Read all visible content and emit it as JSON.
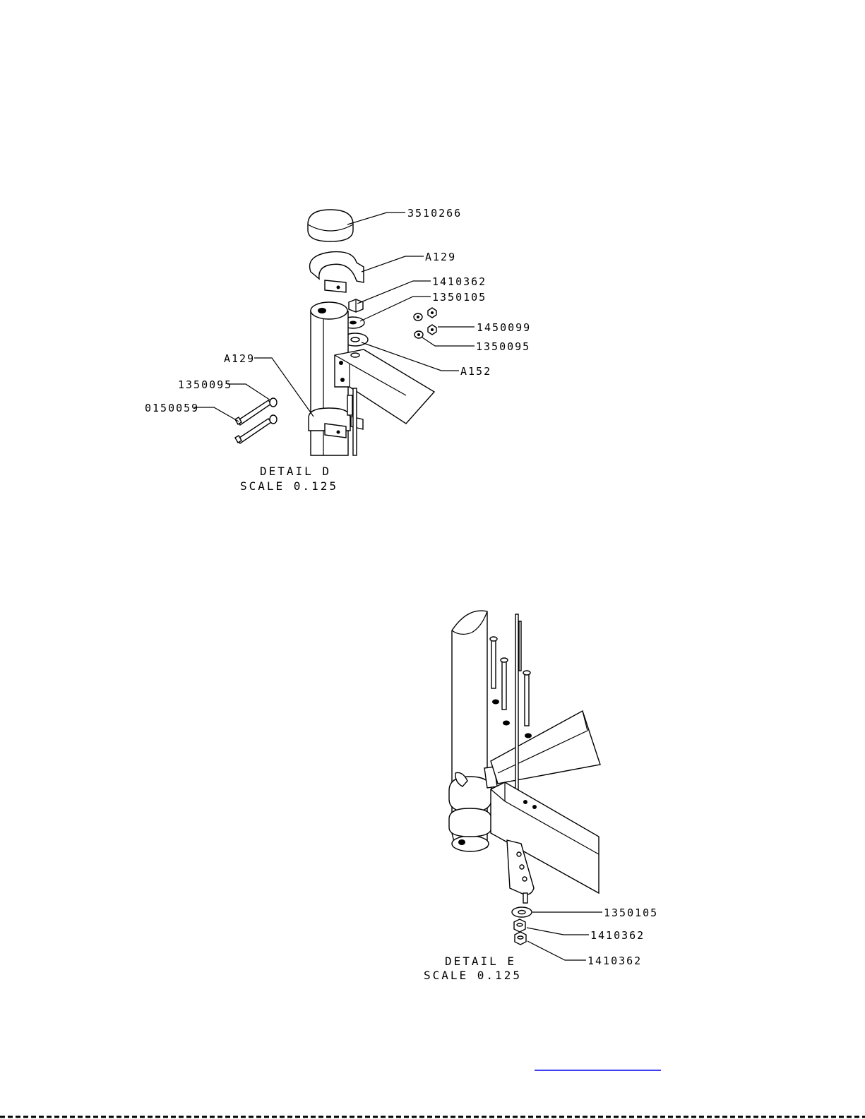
{
  "detail_d": {
    "caption_line1": "DETAIL  D",
    "caption_line2": "SCALE  0.125",
    "callouts": {
      "cap": "3510266",
      "clamp_top": "A129",
      "nut": "1410362",
      "washer": "1350105",
      "nut_right": "1450099",
      "lockwasher_right": "1350095",
      "pivot_washer": "A152",
      "clamp_bottom": "A129",
      "lockwasher_left": "1350095",
      "bolt": "0150059"
    }
  },
  "detail_e": {
    "caption_line1": "DETAIL  E",
    "caption_line2": "SCALE  0.125",
    "callouts": {
      "washer": "1350105",
      "nut_1": "1410362",
      "nut_2": "1410362"
    }
  },
  "colors": {
    "ink": "#000000",
    "link": "#0000ee",
    "background": "#ffffff"
  }
}
